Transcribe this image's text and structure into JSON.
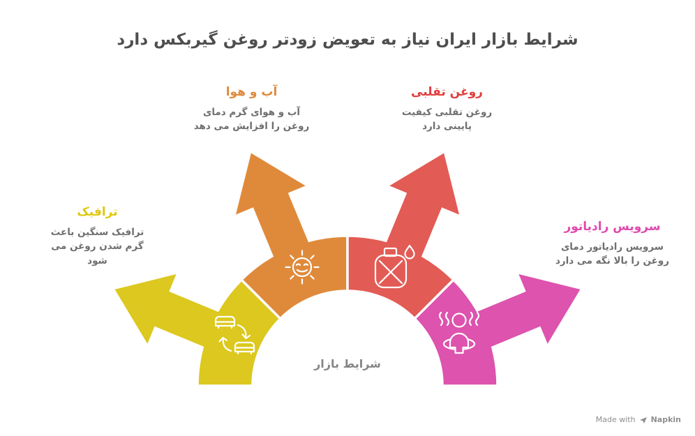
{
  "title": "شرایط بازار ایران نیاز به تعویض زودتر روغن گیربکس دارد",
  "center_label": "شرایط بازار",
  "items": [
    {
      "id": "weather",
      "title": "آب و هوا",
      "description": "آب و هوای گرم دمای\nروغن را افزایش می دهد",
      "color": "#df8a3b",
      "label_color": "#df8a3b",
      "icon": "smiling-sun-icon"
    },
    {
      "id": "fake-oil",
      "title": "روغن تقلبی",
      "description": "روغن تقلبی کیفیت\nپایینی دارد",
      "color": "#e25b55",
      "label_color": "#e23d3d",
      "icon": "crossed-oil-canister-icon"
    },
    {
      "id": "traffic",
      "title": "ترافیک",
      "description": "ترافیک سنگین باعث\nگرم شدن روغن می\nشود",
      "color": "#dcc81e",
      "label_color": "#e0c70f",
      "icon": "cars-swap-icon"
    },
    {
      "id": "radiator",
      "title": "سرویس رادیاتور",
      "description": "سرویس رادیاتور دمای\nروغن را بالا نگه می دارد",
      "color": "#dd53ae",
      "label_color": "#e04aae",
      "icon": "person-heat-icon"
    }
  ],
  "footer": {
    "made_with": "Made with",
    "brand": "Napkin"
  },
  "colors": {
    "title_text": "#4e4e4e",
    "description_text": "#6e6e6e",
    "center_text": "#858585",
    "footer_text": "#8e8e8e",
    "background": "#ffffff",
    "icon_stroke": "#ffffff"
  }
}
